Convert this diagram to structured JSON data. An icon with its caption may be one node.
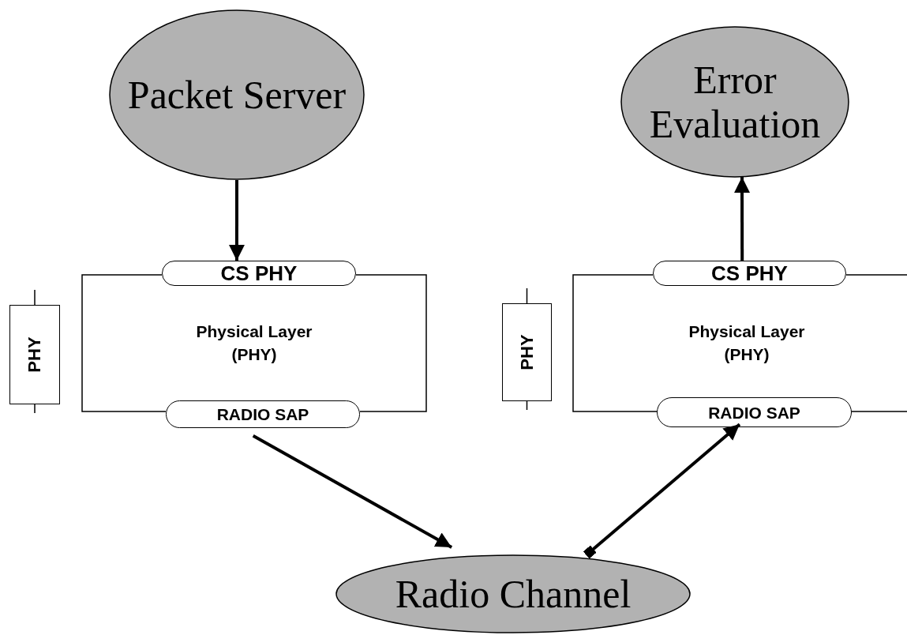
{
  "diagram": {
    "nodes": [
      {
        "text": [
          "Packet Server"
        ]
      },
      {
        "text": [
          "Error Evaluation"
        ]
      },
      {
        "text": [
          "PHY"
        ]
      },
      {
        "text": [
          "Physical Layer (PHY)"
        ]
      },
      {
        "text": [
          "CS PHY"
        ]
      },
      {
        "text": [
          "RADIO SAP"
        ]
      },
      {
        "text": [
          "PHY"
        ]
      },
      {
        "text": [
          "Physical Layer (PHY)"
        ]
      },
      {
        "text": [
          "CS PHY"
        ]
      },
      {
        "text": [
          "RADIO SAP"
        ]
      },
      {
        "text": [
          "Radio Channel"
        ]
      }
    ],
    "edges": [
      {
        "from": 0,
        "to": 4,
        "arrow": "to"
      },
      {
        "from": 8,
        "to": 1,
        "arrow": "to"
      },
      {
        "from": 5,
        "to": 10,
        "arrow": "to"
      },
      {
        "from": 10,
        "to": 9,
        "arrow": "to"
      }
    ]
  }
}
